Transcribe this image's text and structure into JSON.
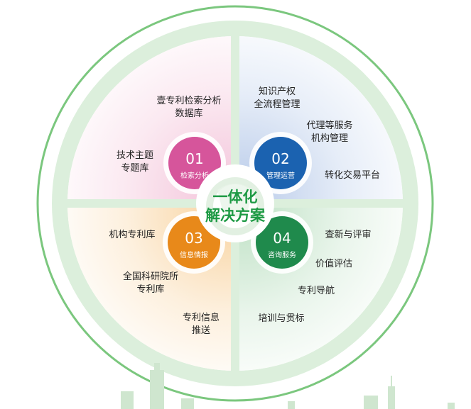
{
  "center": {
    "line1": "一体化",
    "line2": "解决方案"
  },
  "quadrants": [
    {
      "num": "01",
      "label": "检索分析",
      "color": "#d6559b",
      "items": [
        "壹专利检索分析",
        "数据库",
        "技术主题",
        "专题库"
      ]
    },
    {
      "num": "02",
      "label": "管理运营",
      "color": "#1b62b0",
      "items": [
        "知识产权",
        "全流程管理",
        "代理等服务",
        "机构管理",
        "转化交易平台"
      ]
    },
    {
      "num": "03",
      "label": "信息情报",
      "color": "#e8891a",
      "items": [
        "机构专利库",
        "全国科研院所",
        "专利库",
        "专利信息",
        "推送"
      ]
    },
    {
      "num": "04",
      "label": "咨询服务",
      "color": "#1f8a4c",
      "items": [
        "查新与评审",
        "价值评估",
        "专利导航",
        "培训与贯标"
      ]
    }
  ],
  "colors": {
    "ring": "#7bc77e",
    "ring_fill": "#dcefdc",
    "divider": "#ffffff"
  }
}
